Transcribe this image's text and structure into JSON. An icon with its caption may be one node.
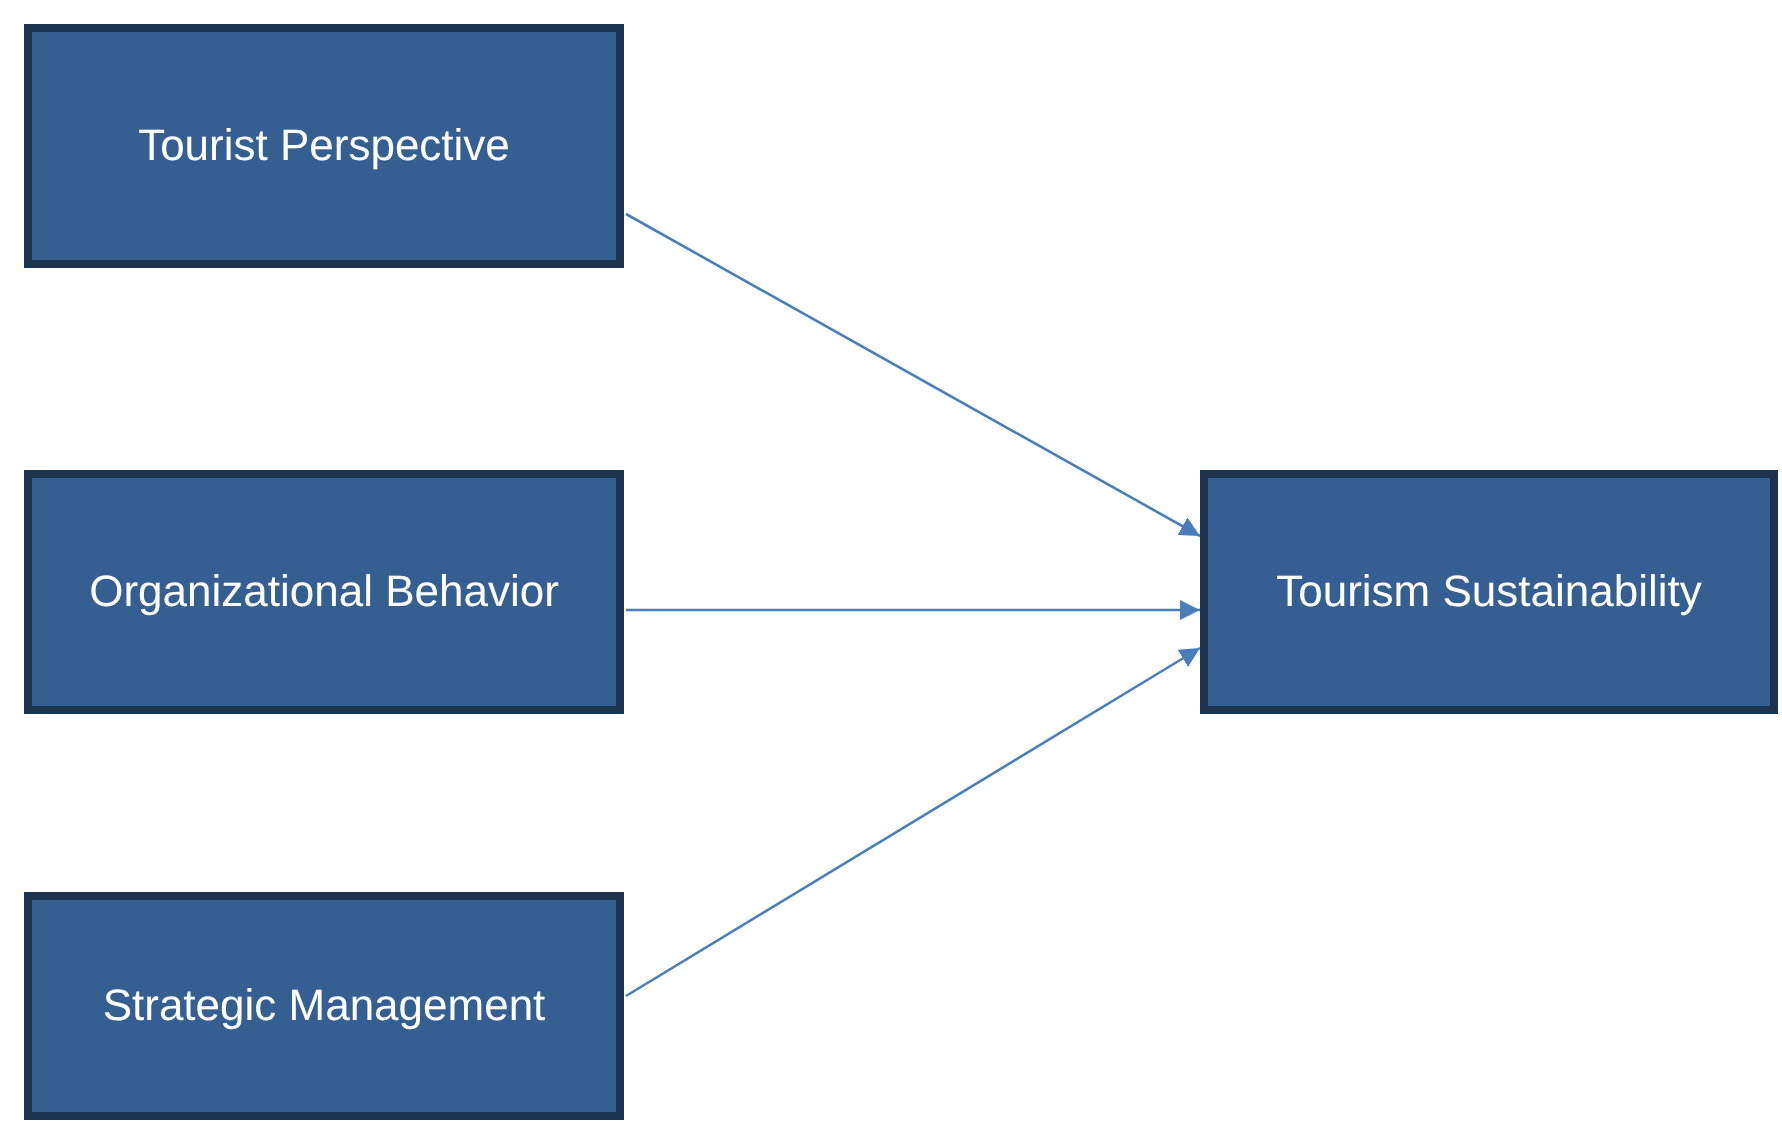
{
  "diagram": {
    "nodes": [
      {
        "text": [
          "Tourist Perspective"
        ]
      },
      {
        "text": [
          "Organizational Behavior"
        ]
      },
      {
        "text": [
          "Strategic Management"
        ]
      },
      {
        "text": [
          "Tourism Sustainability"
        ]
      }
    ],
    "edges": [
      {
        "from": 0,
        "to": 3,
        "arrow": "to"
      },
      {
        "from": 1,
        "to": 3,
        "arrow": "to"
      },
      {
        "from": 2,
        "to": 3,
        "arrow": "to"
      }
    ]
  }
}
